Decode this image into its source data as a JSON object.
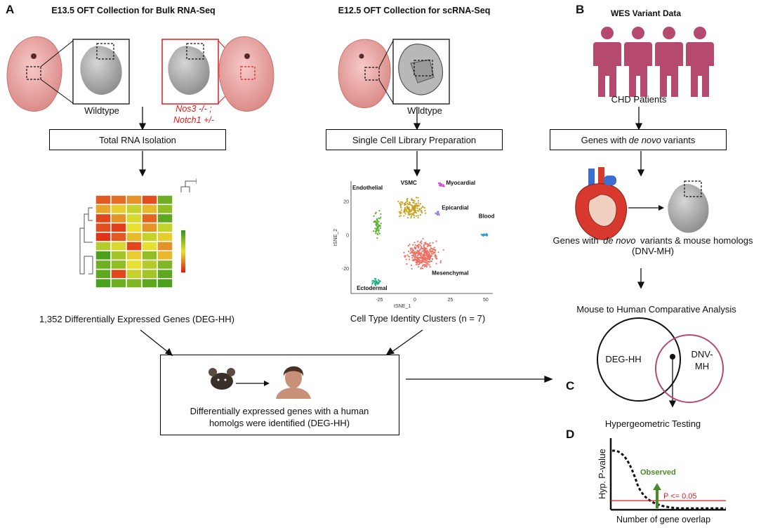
{
  "panels": {
    "a": "A",
    "b": "B",
    "c": "C",
    "d": "D"
  },
  "bulk": {
    "title": "E13.5 OFT Collection for Bulk RNA-Seq",
    "wildtype": "Wildtype",
    "mutant_line1": "Nos3 -/- ;",
    "mutant_line2": "Notch1 +/-",
    "step": "Total RNA Isolation",
    "result": "1,352 Differentially Expressed Genes  (DEG-HH)"
  },
  "sc": {
    "title": "E12.5 OFT Collection for scRNA-Seq",
    "wildtype": "Wildtype",
    "step": "Single Cell Library Preparation",
    "result": "Cell Type Identity Clusters (n = 7)"
  },
  "wes": {
    "title": "WES Variant Data",
    "patients": "CHD Patients",
    "step_prefix": "Genes with ",
    "step_italic": "de novo",
    "step_suffix": " variants",
    "homolog_prefix": "Genes with ",
    "homolog_italic": "de novo",
    "homolog_suffix": " variants & mouse homologs",
    "homolog_abbr": "(DNV-MH)"
  },
  "bottom": {
    "line1": "Differentially expressed genes with a human",
    "line2": "homolgs were identified (DEG-HH)"
  },
  "comparative": {
    "title": "Mouse to Human Comparative Analysis",
    "left": "DEG-HH",
    "right1": "DNV-",
    "right2": "MH"
  },
  "hyper": {
    "title": "Hypergeometric Testing",
    "ylabel": "Hyp. P-value",
    "xlabel": "Number of gene overlap",
    "observed": "Observed",
    "threshold": "P <= 0.05"
  },
  "chart_data": {
    "type": "scatter",
    "title": "",
    "xlabel": "tSNE_1",
    "ylabel": "tSNE_2",
    "x_ticks": [
      -25,
      0,
      25,
      50
    ],
    "y_ticks": [
      -20,
      0,
      20
    ],
    "xlim": [
      -45,
      55
    ],
    "ylim": [
      -35,
      32
    ],
    "series": [
      {
        "name": "Endothelial",
        "color": "#5bb032",
        "center": [
          -26,
          6
        ],
        "spread": [
          4,
          10
        ],
        "n": 60
      },
      {
        "name": "VSMC",
        "color": "#c8a01a",
        "center": [
          -2,
          16
        ],
        "spread": [
          12,
          8
        ],
        "n": 160
      },
      {
        "name": "Myocardial",
        "color": "#d23fd0",
        "center": [
          19,
          30
        ],
        "spread": [
          3,
          2
        ],
        "n": 14
      },
      {
        "name": "Epicardial",
        "color": "#9a7bd8",
        "center": [
          16,
          13
        ],
        "spread": [
          2,
          2
        ],
        "n": 14
      },
      {
        "name": "Blood",
        "color": "#2e9be0",
        "center": [
          49,
          0
        ],
        "spread": [
          3,
          1
        ],
        "n": 22
      },
      {
        "name": "Mesenchymal",
        "color": "#ee6f63",
        "center": [
          6,
          -12
        ],
        "spread": [
          15,
          11
        ],
        "n": 330
      },
      {
        "name": "Ectodermal",
        "color": "#20b080",
        "center": [
          -27,
          -28
        ],
        "spread": [
          4,
          3
        ],
        "n": 30
      }
    ]
  },
  "heatmap": {
    "type": "heatmap",
    "rows": 10,
    "cols": 5,
    "colorbar": [
      "#3a9a1a",
      "#e8e030",
      "#e02018"
    ],
    "values": [
      [
        0.85,
        0.8,
        0.7,
        0.88,
        0.15
      ],
      [
        0.65,
        0.55,
        0.4,
        0.6,
        0.25
      ],
      [
        0.9,
        0.7,
        0.45,
        0.82,
        0.1
      ],
      [
        0.88,
        0.92,
        0.5,
        0.7,
        0.4
      ],
      [
        0.95,
        0.85,
        0.6,
        0.4,
        0.55
      ],
      [
        0.35,
        0.45,
        0.9,
        0.5,
        0.7
      ],
      [
        0.05,
        0.3,
        0.55,
        0.25,
        0.6
      ],
      [
        0.15,
        0.25,
        0.5,
        0.35,
        0.2
      ],
      [
        0.1,
        0.9,
        0.4,
        0.3,
        0.1
      ],
      [
        0.05,
        0.15,
        0.2,
        0.1,
        0.05
      ]
    ]
  }
}
